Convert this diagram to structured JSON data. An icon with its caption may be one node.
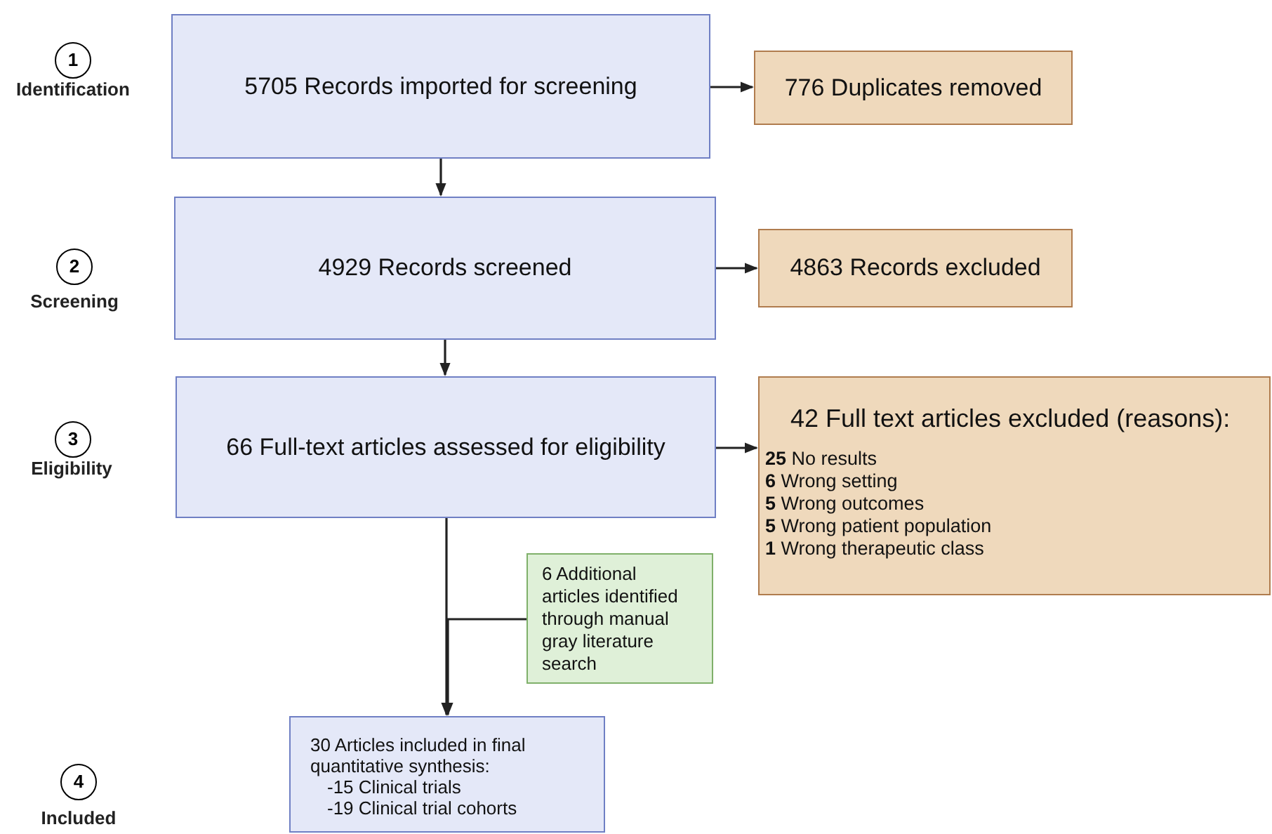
{
  "diagram": {
    "nodes": [
      {
        "text": [
          "1"
        ],
        "beside": [
          "Identification"
        ]
      },
      {
        "text": [
          "5705 Records imported for screening"
        ]
      },
      {
        "text": [
          "776 Duplicates removed"
        ]
      },
      {
        "text": [
          "2"
        ],
        "beside": [
          "Screening"
        ]
      },
      {
        "text": [
          "4929 Records screened"
        ]
      },
      {
        "text": [
          "4863 Records excluded"
        ]
      },
      {
        "text": [
          "3"
        ],
        "beside": [
          "Eligibility"
        ]
      },
      {
        "text": [
          "66 Full-text articles assessed for eligibility"
        ]
      },
      {
        "text": [
          "42 Full text articles excluded (reasons):",
          "**25** No results",
          "**6** Wrong setting",
          "**5** Wrong outcomes",
          "**5** Wrong patient population",
          "**1** Wrong therapeutic class"
        ]
      },
      {
        "text": [
          "6 Additional articles identified through manual gray literature search"
        ]
      },
      {
        "text": [
          "4"
        ],
        "beside": [
          "Included"
        ]
      },
      {
        "text": [
          "30 Articles included in final quantitative synthesis:",
          "-15 Clinical trials",
          "-19 Clinical trial cohorts"
        ]
      }
    ],
    "edges": [
      {
        "from": 1,
        "to": 2,
        "arrow": "to"
      },
      {
        "from": 1,
        "to": 4,
        "arrow": "to"
      },
      {
        "from": 4,
        "to": 5,
        "arrow": "to"
      },
      {
        "from": 4,
        "to": 7,
        "arrow": "to"
      },
      {
        "from": 7,
        "to": 8,
        "arrow": "to"
      },
      {
        "from": 7,
        "to": 11,
        "arrow": "to"
      },
      {
        "from": 9,
        "to": 11,
        "arrow": "to"
      }
    ]
  }
}
